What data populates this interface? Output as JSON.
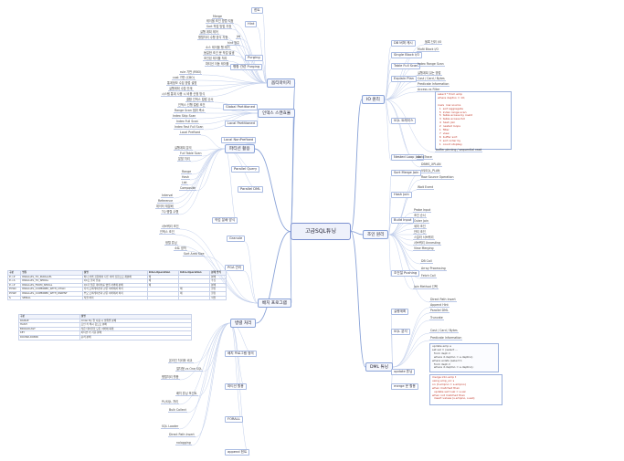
{
  "center": "고급SQL튜닝",
  "branches": {
    "optimizer": "옵티마이저",
    "index_scan": "인덱스 스캔효율",
    "partition": "파티션 활용",
    "parallel": "병렬 처리",
    "batch": "배치 프로그램",
    "io": "IO 원리",
    "join": "조인 원리",
    "sql_analysis": "SQL 분석",
    "plan": "실행계획",
    "dml": "DML 튜닝"
  },
  "left_top": {
    "hint_nodes": [
      "힌트",
      "Hint"
    ],
    "hints": [
      "Merge",
      "테이블 조인 방법 지정",
      "Sort 작업 방법 지정",
      "실행 계획 제어",
      "병렬처리 수행 방식 지정"
    ],
    "hint_bottom": [
      "Jet",
      "hint 범주"
    ],
    "purging": "Purging",
    "purge_items": [
      "소스 테이블 행 제거",
      "동일한 조건 문 작업 발생",
      "조인된 테이블 처리",
      "파티션 이동 테이블"
    ],
    "purge_sub": "병합 관련 Purging",
    "optimizer_items": [
      "rule 기반 (RBO)",
      "cost 기반 (CBO)",
      "통계정보 수집 방법 설명",
      "실행계획 수립 단계",
      "시스템 통계 사용 시 비용 산정 방식"
    ],
    "scan_items": [
      "결합 인덱스 컬럼 순서",
      "인덱스 선행 컬럼 조건",
      "Range Scan 범위 축소",
      "Index Skip Scan",
      "Index Full Scan",
      "Index Fast Full Scan",
      "Global Partitioned",
      "Local Partitioned",
      "Local Prefixed",
      "Local NonPrefixed"
    ],
    "mid_items": [
      "실행계획 분석",
      "Full Table Scan",
      "분할 처리",
      "Parallel Query",
      "Parallel DML",
      "데이터 재분배",
      "TQ 병렬 수행",
      "작업 분배 방식",
      "Granule"
    ],
    "partition_items": [
      "Range",
      "Hash",
      "List",
      "Composite",
      "Interval",
      "Reference"
    ]
  },
  "plan_table": {
    "header": [
      "구분",
      "명칭",
      "설명",
      "Inter-Operation",
      "Intra-Operation",
      "분배 방식"
    ],
    "rows": [
      [
        "P->P",
        "PARALLEL_TO_PARALLEL",
        "하나 서버 집합에서 다른 서버 집합으로 재분배",
        "예",
        "",
        "분배"
      ],
      [
        "P->S",
        "PARALLEL_TO_SERIAL",
        "QC로 결과 전송",
        "예",
        "",
        "수집"
      ],
      [
        "P->P",
        "PARALLEL_FROM_SERIAL",
        "QC가 읽은 데이터를 병렬 서버에 분배",
        "예",
        "",
        "분배"
      ],
      [
        "PCWC",
        "PARALLEL_COMBINED_WITH_CHILD",
        "자식 오퍼레이션과 같은 서버에서 처리",
        "",
        "예",
        "결합"
      ],
      [
        "PCWP",
        "PARALLEL_COMBINED_WITH_PARENT",
        "부모 오퍼레이션과 같은 서버에서 처리",
        "",
        "예",
        "결합"
      ],
      [
        "S",
        "SERIAL",
        "직렬 처리",
        "",
        "",
        "직렬"
      ]
    ]
  },
  "batch_table": {
    "header": [
      "구분",
      "설명"
    ],
    "rows": [
      [
        "RANGE",
        "Order By 절 사용 시 범위별 분배"
      ],
      [
        "HASH",
        "조인 키 해시 값으로 분배"
      ],
      [
        "BROADCAST",
        "작은 테이블을 모든 서버에 복제"
      ],
      [
        "KEY",
        "파티션 키 기준 분배"
      ],
      [
        "ROUND-ROBIN",
        "순차 분배"
      ]
    ]
  },
  "batch_leaves": [
    "배치 프로그램 정의",
    "온라인 처리와 비교",
    "절차형 vs One SQL",
    "병렬처리 활용",
    "파티션 활용",
    "배치 튜닝 포인트",
    "PL/SQL 처리",
    "Bulk Collect",
    "FORALL",
    "SQL Loader",
    "Direct Path Insert",
    "nologging",
    "append 힌트"
  ],
  "right_top": {
    "io_items": [
      "DB 버퍼 캐시",
      "블록 단위 I/O",
      "Single Block I/O",
      "Multi Block I/O",
      "Table Full Scan",
      "Index Range Scan"
    ],
    "io_code": "select * from emp\nwhere deptno = 10;\n\nrows  row source\n  1  sort aggregate\n  5  index range scan\n  5  table access by rowid\n  3  table access full\n  4  hash join\n  2  nested loops\n  1  filter\n  7  view\n  6  buffer sort\n  3  sort order by\n  1  count stopkey",
    "io_code_tail": "buffer pinning / sequential read"
  },
  "join_items": [
    "Nested Loop Join",
    "Sort Merge Join",
    "Hash Join",
    "Build Input",
    "Probe Input",
    "조인 순서",
    "Outer Join",
    "세미 조인",
    "안티 조인",
    "스칼라 서브쿼리",
    "서브쿼리 Unnesting",
    "View Merging",
    "조건절 Pushing",
    "Join Method 선택"
  ],
  "sql_items": [
    "SQL 트레이스",
    "AutoTrace",
    "DBMS_XPLAN",
    "V$SQL_PLAN",
    "Row Source Operation",
    "Wait Event"
  ],
  "plan_items": [
    "Explain Plan",
    "실행계획 읽는 방법",
    "Cost / Card / Bytes",
    "Predicate Information",
    "Access vs Filter"
  ],
  "dml_items": [
    "Direct Path Insert",
    "Append Hint",
    "Parallel DML",
    "update 튜닝",
    "merge 문 활용",
    "Truncate"
  ],
  "dml_code": "update emp e\nset sal = (select ...\n  from dept d\n  where d.deptno = e.deptno)\nwhere exists (select 1\n  from dept d\n  where d.deptno = e.deptno);",
  "merge_code": "merge into emp t\nusing emp_src s\non (t.empno = s.empno)\nwhen matched then\n  update set t.sal = s.sal\nwhen not matched then\n  insert values (s.empno, s.sal);",
  "misc": [
    "서브쿼리 조인",
    "인덱스 조인",
    "정렬 튜닝",
    "소트 영역",
    "Sort Area Size",
    "PGA 관리",
    "DB Call",
    "Array Processing",
    "Fetch Call"
  ]
}
